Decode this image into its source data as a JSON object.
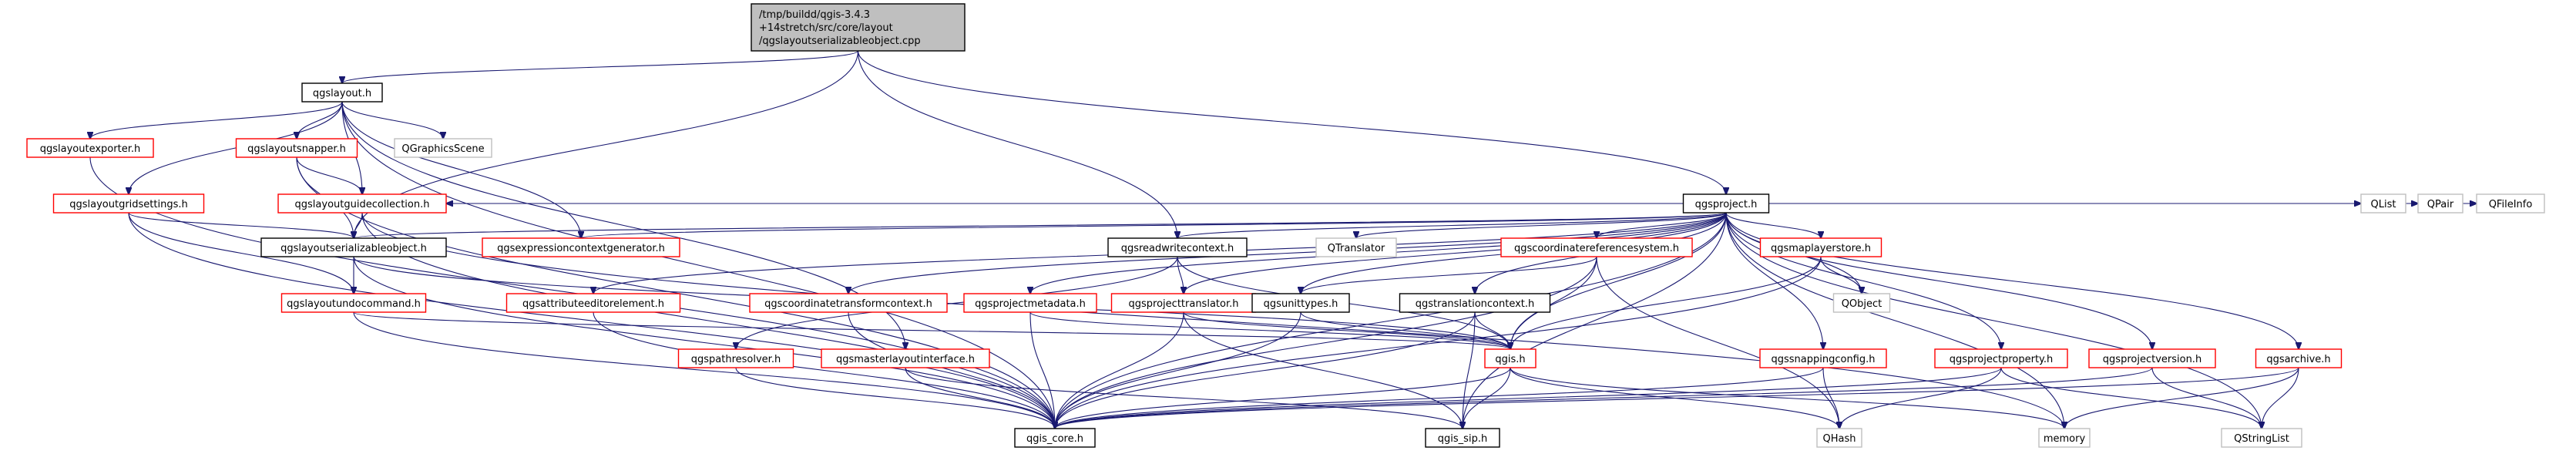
{
  "diagram": {
    "root": {
      "id": "root",
      "lines": [
        "/tmp/buildd/qgis-3.4.3",
        "+14stretch/src/core/layout",
        "/qgslayoutserializableobject.cpp"
      ]
    },
    "nodes": [
      {
        "id": "qgslayout_h",
        "label": "qgslayout.h",
        "style": "black"
      },
      {
        "id": "qgslayoutexporter_h",
        "label": "qgslayoutexporter.h",
        "style": "red"
      },
      {
        "id": "qgslayoutsnapper_h",
        "label": "qgslayoutsnapper.h",
        "style": "red"
      },
      {
        "id": "QGraphicsScene",
        "label": "QGraphicsScene",
        "style": "gray"
      },
      {
        "id": "qgslayoutgridsettings_h",
        "label": "qgslayoutgridsettings.h",
        "style": "red"
      },
      {
        "id": "qgslayoutguidecollection_h",
        "label": "qgslayoutguidecollection.h",
        "style": "red"
      },
      {
        "id": "qgslayoutserializableobject_h",
        "label": "qgslayoutserializableobject.h",
        "style": "black"
      },
      {
        "id": "qgsexpressioncontextgenerator_h",
        "label": "qgsexpressioncontextgenerator.h",
        "style": "red"
      },
      {
        "id": "qgslayoutundocommand_h",
        "label": "qgslayoutundocommand.h",
        "style": "red"
      },
      {
        "id": "qgsattributeeditorelement_h",
        "label": "qgsattributeeditorelement.h",
        "style": "red"
      },
      {
        "id": "qgsmasterlayoutinterface_h",
        "label": "qgsmasterlayoutinterface.h",
        "style": "red"
      },
      {
        "id": "qgspathresolver_h",
        "label": "qgspathresolver.h",
        "style": "red"
      },
      {
        "id": "qgscoordinatetransformcontext_h",
        "label": "qgscoordinatetransformcontext.h",
        "style": "red"
      },
      {
        "id": "qgsreadwritecontext_h",
        "label": "qgsreadwritecontext.h",
        "style": "black"
      },
      {
        "id": "qgsprojectmetadata_h",
        "label": "qgsprojectmetadata.h",
        "style": "red"
      },
      {
        "id": "qgsprojecttranslator_h",
        "label": "qgsprojecttranslator.h",
        "style": "red"
      },
      {
        "id": "QTranslator",
        "label": "QTranslator",
        "style": "gray"
      },
      {
        "id": "qgsunittypes_h",
        "label": "qgsunittypes.h",
        "style": "black"
      },
      {
        "id": "qgsproject_h",
        "label": "qgsproject.h",
        "style": "black"
      },
      {
        "id": "qgscoordinatereferencesystem_h",
        "label": "qgscoordinatereferencesystem.h",
        "style": "red"
      },
      {
        "id": "qgstranslationcontext_h",
        "label": "qgstranslationcontext.h",
        "style": "black"
      },
      {
        "id": "qgis_h",
        "label": "qgis.h",
        "style": "red"
      },
      {
        "id": "qgsmaplayerstore_h",
        "label": "qgsmaplayerstore.h",
        "style": "red"
      },
      {
        "id": "QObject",
        "label": "QObject",
        "style": "gray"
      },
      {
        "id": "qgssnappingconfig_h",
        "label": "qgssnappingconfig.h",
        "style": "red"
      },
      {
        "id": "qgsprojectproperty_h",
        "label": "qgsprojectproperty.h",
        "style": "red"
      },
      {
        "id": "qgsprojectversion_h",
        "label": "qgsprojectversion.h",
        "style": "red"
      },
      {
        "id": "qgsarchive_h",
        "label": "qgsarchive.h",
        "style": "red"
      },
      {
        "id": "QList",
        "label": "QList",
        "style": "gray"
      },
      {
        "id": "QPair",
        "label": "QPair",
        "style": "gray"
      },
      {
        "id": "QFileInfo",
        "label": "QFileInfo",
        "style": "gray"
      },
      {
        "id": "qgis_core_h",
        "label": "qgis_core.h",
        "style": "black"
      },
      {
        "id": "qgis_sip_h",
        "label": "qgis_sip.h",
        "style": "black"
      },
      {
        "id": "QHash",
        "label": "QHash",
        "style": "gray"
      },
      {
        "id": "memory",
        "label": "memory",
        "style": "gray"
      },
      {
        "id": "QStringList",
        "label": "QStringList",
        "style": "gray"
      }
    ],
    "edges": [
      [
        "root",
        "qgslayout_h"
      ],
      [
        "root",
        "qgslayoutserializableobject_h"
      ],
      [
        "root",
        "qgsreadwritecontext_h"
      ],
      [
        "root",
        "qgsproject_h"
      ],
      [
        "qgslayout_h",
        "qgslayoutexporter_h"
      ],
      [
        "qgslayout_h",
        "qgslayoutsnapper_h"
      ],
      [
        "qgslayout_h",
        "QGraphicsScene"
      ],
      [
        "qgslayout_h",
        "qgslayoutgridsettings_h"
      ],
      [
        "qgslayout_h",
        "qgslayoutguidecollection_h"
      ],
      [
        "qgslayout_h",
        "qgsexpressioncontextgenerator_h"
      ],
      [
        "qgslayout_h",
        "qgsmasterlayoutinterface_h"
      ],
      [
        "qgslayout_h",
        "qgis_core_h"
      ],
      [
        "qgslayoutexporter_h",
        "qgis_core_h"
      ],
      [
        "qgslayoutsnapper_h",
        "qgslayoutguidecollection_h"
      ],
      [
        "qgslayoutsnapper_h",
        "qgslayoutserializableobject_h"
      ],
      [
        "qgslayoutsnapper_h",
        "qgis_core_h"
      ],
      [
        "qgslayoutgridsettings_h",
        "qgslayoutserializableobject_h"
      ],
      [
        "qgslayoutgridsettings_h",
        "qgslayoutundocommand_h"
      ],
      [
        "qgslayoutgridsettings_h",
        "qgis_core_h"
      ],
      [
        "qgslayoutguidecollection_h",
        "qgslayoutserializableobject_h"
      ],
      [
        "qgslayoutguidecollection_h",
        "qgis_core_h"
      ],
      [
        "qgslayoutguidecollection_h",
        "memory"
      ],
      [
        "qgslayoutserializableobject_h",
        "qgslayoutundocommand_h"
      ],
      [
        "qgslayoutserializableobject_h",
        "qgis_core_h"
      ],
      [
        "qgslayoutserializableobject_h",
        "qgis_h"
      ],
      [
        "qgslayoutundocommand_h",
        "qgis_core_h"
      ],
      [
        "qgslayoutundocommand_h",
        "qgis_h"
      ],
      [
        "qgsattributeeditorelement_h",
        "qgis_core_h"
      ],
      [
        "qgsmasterlayoutinterface_h",
        "qgis_core_h"
      ],
      [
        "qgsmasterlayoutinterface_h",
        "qgis_sip_h"
      ],
      [
        "qgspathresolver_h",
        "qgis_core_h"
      ],
      [
        "qgscoordinatetransformcontext_h",
        "qgis_core_h"
      ],
      [
        "qgsreadwritecontext_h",
        "qgspathresolver_h"
      ],
      [
        "qgsreadwritecontext_h",
        "qgsprojecttranslator_h"
      ],
      [
        "qgsreadwritecontext_h",
        "qgis_h"
      ],
      [
        "qgsprojectmetadata_h",
        "qgis_core_h"
      ],
      [
        "qgsprojectmetadata_h",
        "qgis_h"
      ],
      [
        "qgsprojecttranslator_h",
        "qgis_core_h"
      ],
      [
        "qgsprojecttranslator_h",
        "qgis_h"
      ],
      [
        "qgsprojecttranslator_h",
        "qgis_sip_h"
      ],
      [
        "qgsunittypes_h",
        "qgis_core_h"
      ],
      [
        "qgsunittypes_h",
        "qgis_h"
      ],
      [
        "qgsproject_h",
        "qgslayoutguidecollection_h"
      ],
      [
        "qgsproject_h",
        "qgslayoutserializableobject_h"
      ],
      [
        "qgsproject_h",
        "qgsexpressioncontextgenerator_h"
      ],
      [
        "qgsproject_h",
        "qgsattributeeditorelement_h"
      ],
      [
        "qgsproject_h",
        "qgscoordinatetransformcontext_h"
      ],
      [
        "qgsproject_h",
        "qgsreadwritecontext_h"
      ],
      [
        "qgsproject_h",
        "qgsprojectmetadata_h"
      ],
      [
        "qgsproject_h",
        "qgsprojecttranslator_h"
      ],
      [
        "qgsproject_h",
        "QTranslator"
      ],
      [
        "qgsproject_h",
        "qgsunittypes_h"
      ],
      [
        "qgsproject_h",
        "qgscoordinatereferencesystem_h"
      ],
      [
        "qgsproject_h",
        "qgstranslationcontext_h"
      ],
      [
        "qgsproject_h",
        "qgis_h"
      ],
      [
        "qgsproject_h",
        "qgsmaplayerstore_h"
      ],
      [
        "qgsproject_h",
        "QObject"
      ],
      [
        "qgsproject_h",
        "qgssnappingconfig_h"
      ],
      [
        "qgsproject_h",
        "qgsprojectproperty_h"
      ],
      [
        "qgsproject_h",
        "qgsprojectversion_h"
      ],
      [
        "qgsproject_h",
        "qgsarchive_h"
      ],
      [
        "qgsproject_h",
        "QList"
      ],
      [
        "qgsproject_h",
        "QPair"
      ],
      [
        "qgsproject_h",
        "QFileInfo"
      ],
      [
        "qgsproject_h",
        "qgis_core_h"
      ],
      [
        "qgsproject_h",
        "qgis_sip_h"
      ],
      [
        "qgsproject_h",
        "memory"
      ],
      [
        "qgsproject_h",
        "QStringList"
      ],
      [
        "qgscoordinatereferencesystem_h",
        "qgsunittypes_h"
      ],
      [
        "qgscoordinatereferencesystem_h",
        "qgis_h"
      ],
      [
        "qgscoordinatereferencesystem_h",
        "qgis_core_h"
      ],
      [
        "qgscoordinatereferencesystem_h",
        "QHash"
      ],
      [
        "qgstranslationcontext_h",
        "qgis_h"
      ],
      [
        "qgstranslationcontext_h",
        "qgis_core_h"
      ],
      [
        "qgstranslationcontext_h",
        "qgis_sip_h"
      ],
      [
        "qgis_h",
        "qgis_core_h"
      ],
      [
        "qgis_h",
        "qgis_sip_h"
      ],
      [
        "qgis_h",
        "QHash"
      ],
      [
        "qgis_h",
        "memory"
      ],
      [
        "qgsmaplayerstore_h",
        "QObject"
      ],
      [
        "qgsmaplayerstore_h",
        "qgis_h"
      ],
      [
        "qgsmaplayerstore_h",
        "qgis_core_h"
      ],
      [
        "qgssnappingconfig_h",
        "QHash"
      ],
      [
        "qgssnappingconfig_h",
        "qgis_core_h"
      ],
      [
        "qgsprojectproperty_h",
        "QHash"
      ],
      [
        "qgsprojectproperty_h",
        "QStringList"
      ],
      [
        "qgsprojectproperty_h",
        "qgis_core_h"
      ],
      [
        "qgsprojectversion_h",
        "QStringList"
      ],
      [
        "qgsprojectversion_h",
        "qgis_core_h"
      ],
      [
        "qgsarchive_h",
        "QStringList"
      ],
      [
        "qgsarchive_h",
        "memory"
      ],
      [
        "qgsarchive_h",
        "qgis_core_h"
      ]
    ]
  }
}
